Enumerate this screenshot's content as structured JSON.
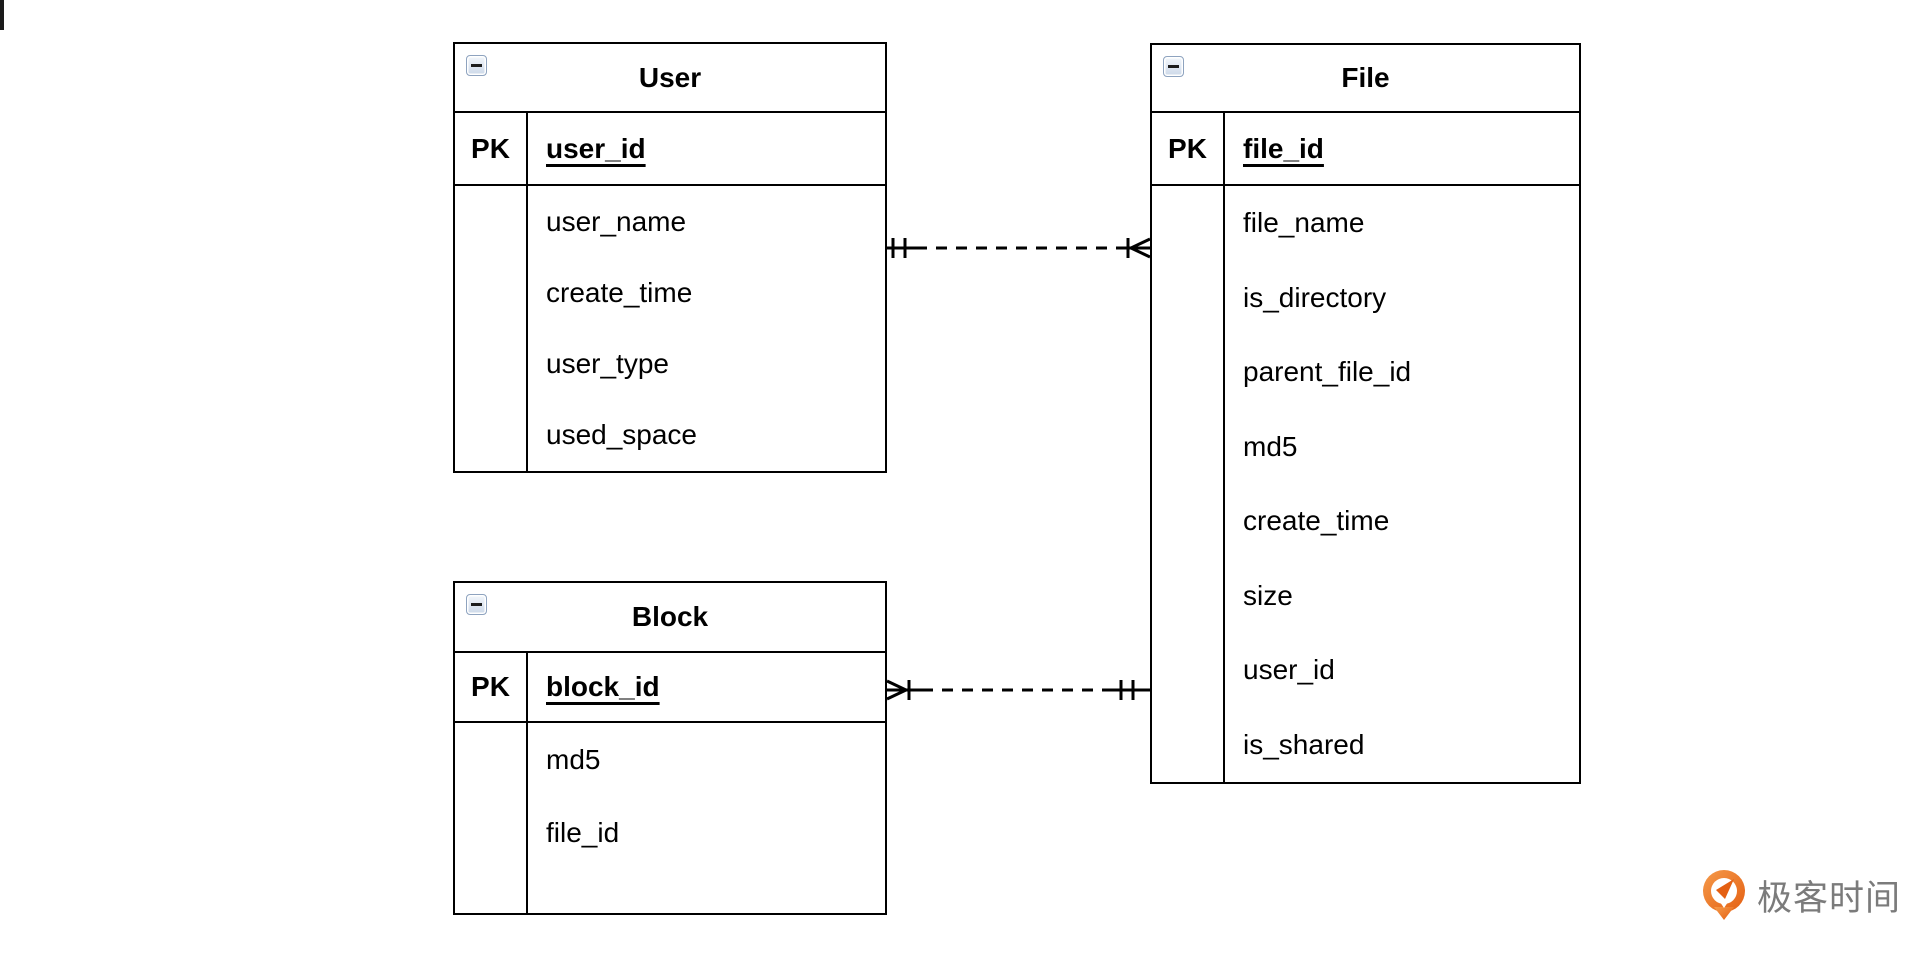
{
  "page": {
    "background": "#ffffff"
  },
  "diagram": {
    "entities": [
      {
        "title": "User",
        "pk_label": "PK",
        "pk_field": "user_id",
        "fields": [
          "user_name",
          "create_time",
          "user_type",
          "used_space"
        ]
      },
      {
        "title": "File",
        "pk_label": "PK",
        "pk_field": "file_id",
        "fields": [
          "file_name",
          "is_directory",
          "parent_file_id",
          "md5",
          "create_time",
          "size",
          "user_id",
          "is_shared"
        ]
      },
      {
        "title": "Block",
        "pk_label": "PK",
        "pk_field": "block_id",
        "fields": [
          "md5",
          "file_id"
        ]
      }
    ],
    "relationships": [
      {
        "from": "User",
        "to": "File",
        "from_cardinality": "exactly-one",
        "to_cardinality": "one-or-many",
        "line_style": "dashed"
      },
      {
        "from": "Block",
        "to": "File",
        "from_cardinality": "one-or-many",
        "to_cardinality": "exactly-one",
        "line_style": "dashed"
      }
    ],
    "collapse_icon": "minus-icon"
  },
  "watermark": {
    "label": "极客时间",
    "text_color": "#7b7b7b",
    "icon": "geektime-logo-icon",
    "icon_color": "#e96b1d"
  },
  "colors": {
    "line": "#000000",
    "entity_bg": "#ffffff",
    "collapse_icon_border": "#8ea3bf"
  }
}
